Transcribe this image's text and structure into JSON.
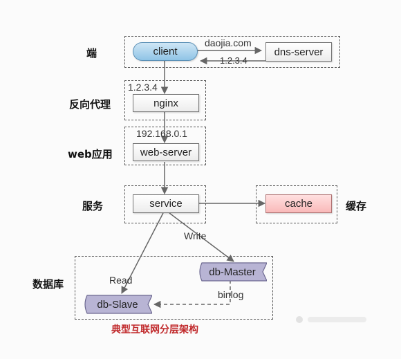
{
  "layers": {
    "client": "端",
    "proxy": "反向代理",
    "web": "web应用",
    "service": "服务",
    "cache": "缓存",
    "database": "数据库"
  },
  "nodes": {
    "client": "client",
    "dns": "dns-server",
    "nginx": "nginx",
    "web_server": "web-server",
    "service": "service",
    "cache": "cache",
    "db_master": "db-Master",
    "db_slave": "db-Slave"
  },
  "edges": {
    "dns_request": "daojia.com",
    "dns_response": "1.2.3.4",
    "nginx_ip": "1.2.3.4",
    "web_ip": "192.168.0.1",
    "write": "Write",
    "read": "Read",
    "binlog": "binlog"
  },
  "caption": "典型互联网分层架构",
  "colors": {
    "client_fill": "#8fc4e6",
    "cache_fill": "#f9b9b9",
    "db_fill": "#b8b4d4",
    "caption": "#c0282a"
  }
}
